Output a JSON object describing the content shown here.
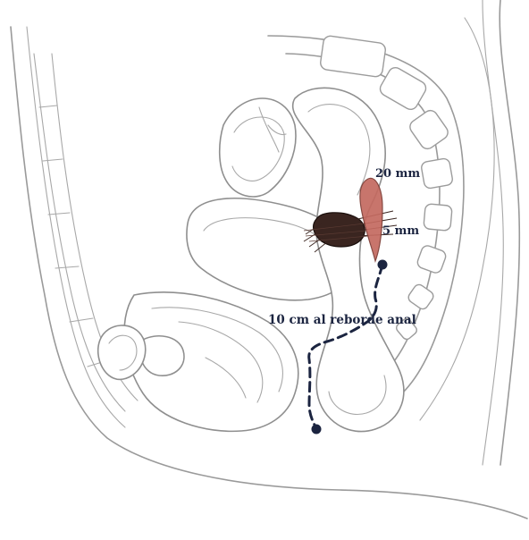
{
  "labels": {
    "tumor_length": "20 mm",
    "tumor_thickness": "5 mm",
    "anal_distance": "10 cm al reborde anal"
  },
  "colors": {
    "outline": "#9a9a9a",
    "tumor_fill": "#c46a60",
    "mass_fill": "#3a2520",
    "dashed_path": "#1b2440",
    "label_text": "#1b2440"
  },
  "icons": {
    "tumor": "red-elongated-lesion",
    "mass": "dark-irregular-mass",
    "endpoints": "filled-circle-marker"
  }
}
